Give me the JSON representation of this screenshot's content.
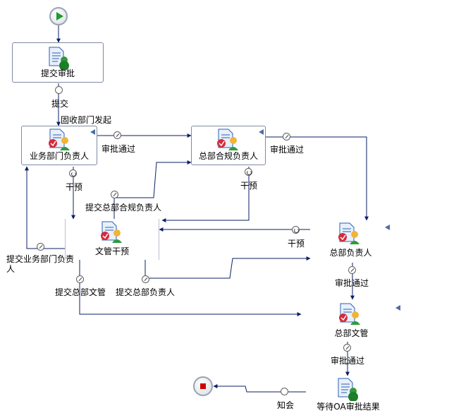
{
  "nodes": {
    "submit": "提交审批",
    "dept_head": "业务部门负责人",
    "hq_compliance": "总部合规负责人",
    "doc_intervene": "文管干预",
    "hq_head": "总部负责人",
    "hq_doc": "总部文管",
    "wait_oa": "等待OA审批结果"
  },
  "edges": {
    "submit_label": "提交",
    "start_by_receiving_dept": "固收部门发起",
    "approve_1": "审批通过",
    "approve_2": "审批通过",
    "intervene_1": "干预",
    "intervene_2": "干预",
    "intervene_3": "干预",
    "submit_hq_compliance": "提交总部合规负责人",
    "submit_dept_head": "提交业务部门负责人",
    "submit_hq_doc": "提交总部文管",
    "submit_hq_head": "提交总部负责人",
    "approve_3": "审批通过",
    "approve_4": "审批通过",
    "notify": "知会"
  },
  "colors": {
    "connector": "#0b1f66",
    "node_border": "#7d8aa3",
    "start_green": "#1f9a2e",
    "end_red": "#d10000"
  }
}
